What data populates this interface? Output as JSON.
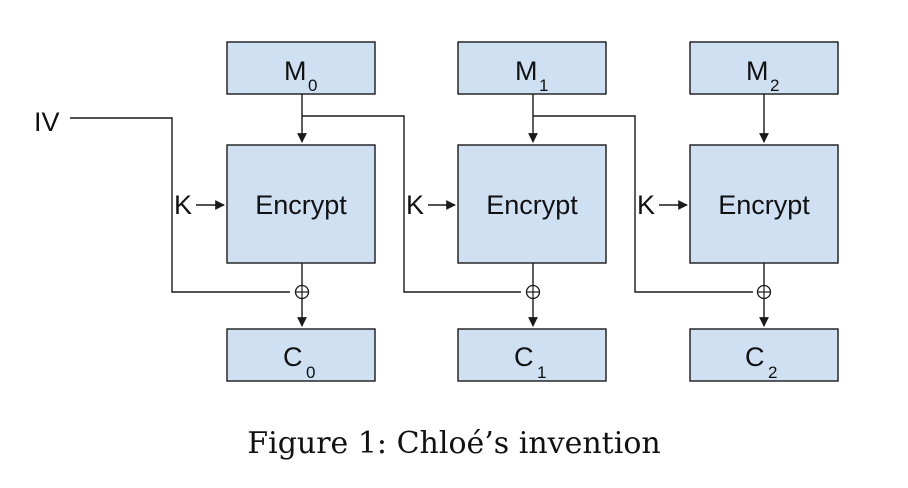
{
  "diagram": {
    "iv_label": "IV",
    "key_label": "K",
    "blocks": [
      {
        "plaintext": "M",
        "plaintext_sub": "0",
        "encrypt_label": "Encrypt",
        "ciphertext": "C",
        "ciphertext_sub": "0"
      },
      {
        "plaintext": "M",
        "plaintext_sub": "1",
        "encrypt_label": "Encrypt",
        "ciphertext": "C",
        "ciphertext_sub": "1"
      },
      {
        "plaintext": "M",
        "plaintext_sub": "2",
        "encrypt_label": "Encrypt",
        "ciphertext": "C",
        "ciphertext_sub": "2"
      }
    ]
  },
  "caption": "Figure 1: Chloé’s invention"
}
